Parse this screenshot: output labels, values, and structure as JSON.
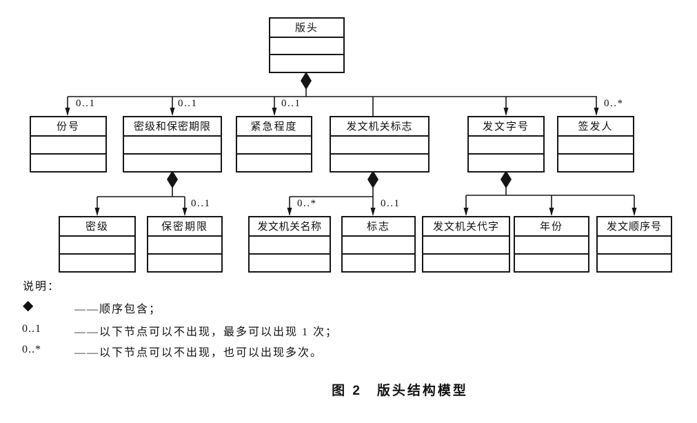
{
  "nodes": {
    "bantou": "版头",
    "fenhao": "份号",
    "mijiheqixian": "密级和保密期限",
    "jinjichengdu": "紧急程度",
    "fawenjiguanbiaozhi": "发文机关标志",
    "fawenzihao": "发文字号",
    "qianfaren": "签发人",
    "miji": "密级",
    "baomiqixian": "保密期限",
    "fawenjiguanmingcheng": "发文机关名称",
    "biaozhi": "标志",
    "fawenjiguandaizi": "发文机关代字",
    "nianfen": "年份",
    "fawenshunxuhao": "发文顺序号"
  },
  "multiplicities": {
    "fenhao": "0..1",
    "mijiheqixian": "0..1",
    "jinjichengdu": "0..1",
    "qianfaren": "0..*",
    "baomiqixian": "0..1",
    "fawenjiguanmingcheng": "0..*",
    "biaozhi": "0..1"
  },
  "legend": {
    "heading": "说明：",
    "items": [
      {
        "symbol": "◆",
        "text": "——顺序包含；"
      },
      {
        "symbol": "0..1",
        "text": "——以下节点可以不出现，最多可以出现 1 次；"
      },
      {
        "symbol": "0..*",
        "text": "——以下节点可以不出现，也可以出现多次。"
      }
    ]
  },
  "caption": "图 2　版头结构模型",
  "colors": {
    "line": "#151515",
    "background": "#ffffff"
  }
}
